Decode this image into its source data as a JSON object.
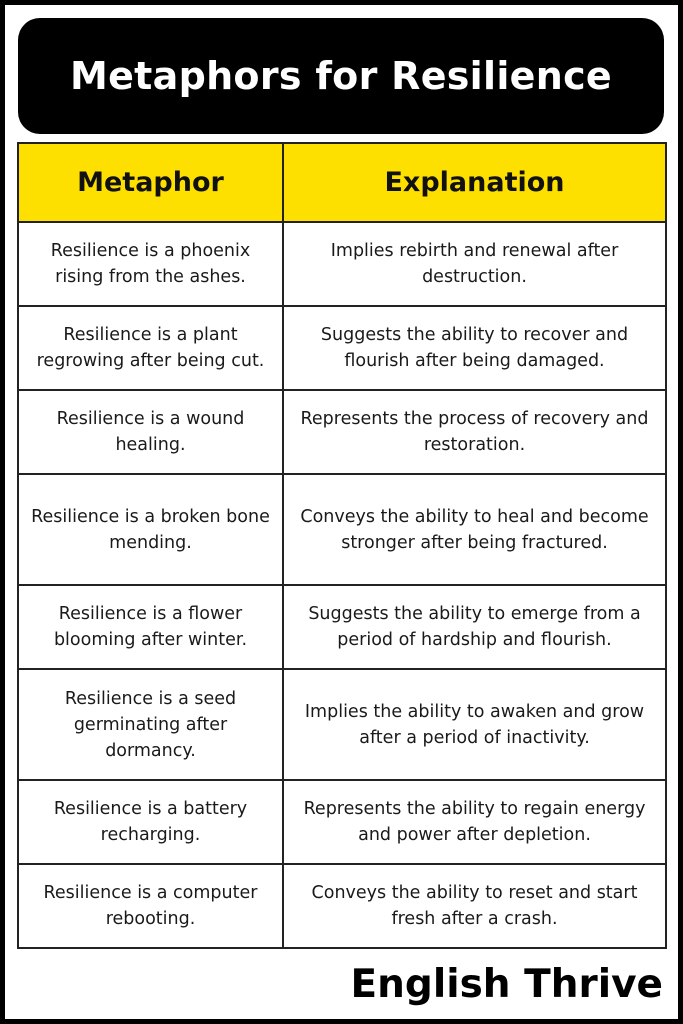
{
  "title": "Metaphors for Resilience",
  "table": {
    "headers": [
      "Metaphor",
      "Explanation"
    ],
    "rows": [
      {
        "metaphor": "Resilience is a phoenix rising from the ashes.",
        "explanation": "Implies rebirth and renewal after destruction."
      },
      {
        "metaphor": "Resilience is a plant regrowing after being cut.",
        "explanation": "Suggests the ability to recover and flourish after being damaged."
      },
      {
        "metaphor": "Resilience is a wound healing.",
        "explanation": "Represents the process of recovery and restoration."
      },
      {
        "metaphor": "Resilience is a broken bone mending.",
        "explanation": "Conveys the ability to heal and become stronger after being fractured."
      },
      {
        "metaphor": "Resilience is a flower blooming after winter.",
        "explanation": "Suggests the ability to emerge from a period of hardship and flourish."
      },
      {
        "metaphor": "Resilience is a seed germinating after dormancy.",
        "explanation": "Implies the ability to awaken and grow after a period of inactivity."
      },
      {
        "metaphor": "Resilience is a battery recharging.",
        "explanation": "Represents the ability to regain energy and power after depletion."
      },
      {
        "metaphor": "Resilience is a computer rebooting.",
        "explanation": "Conveys the ability to reset and start fresh after a crash."
      }
    ]
  },
  "brand": "English Thrive",
  "colors": {
    "header_fill": "#fde000",
    "title_fill": "#000000",
    "border": "#222222"
  }
}
